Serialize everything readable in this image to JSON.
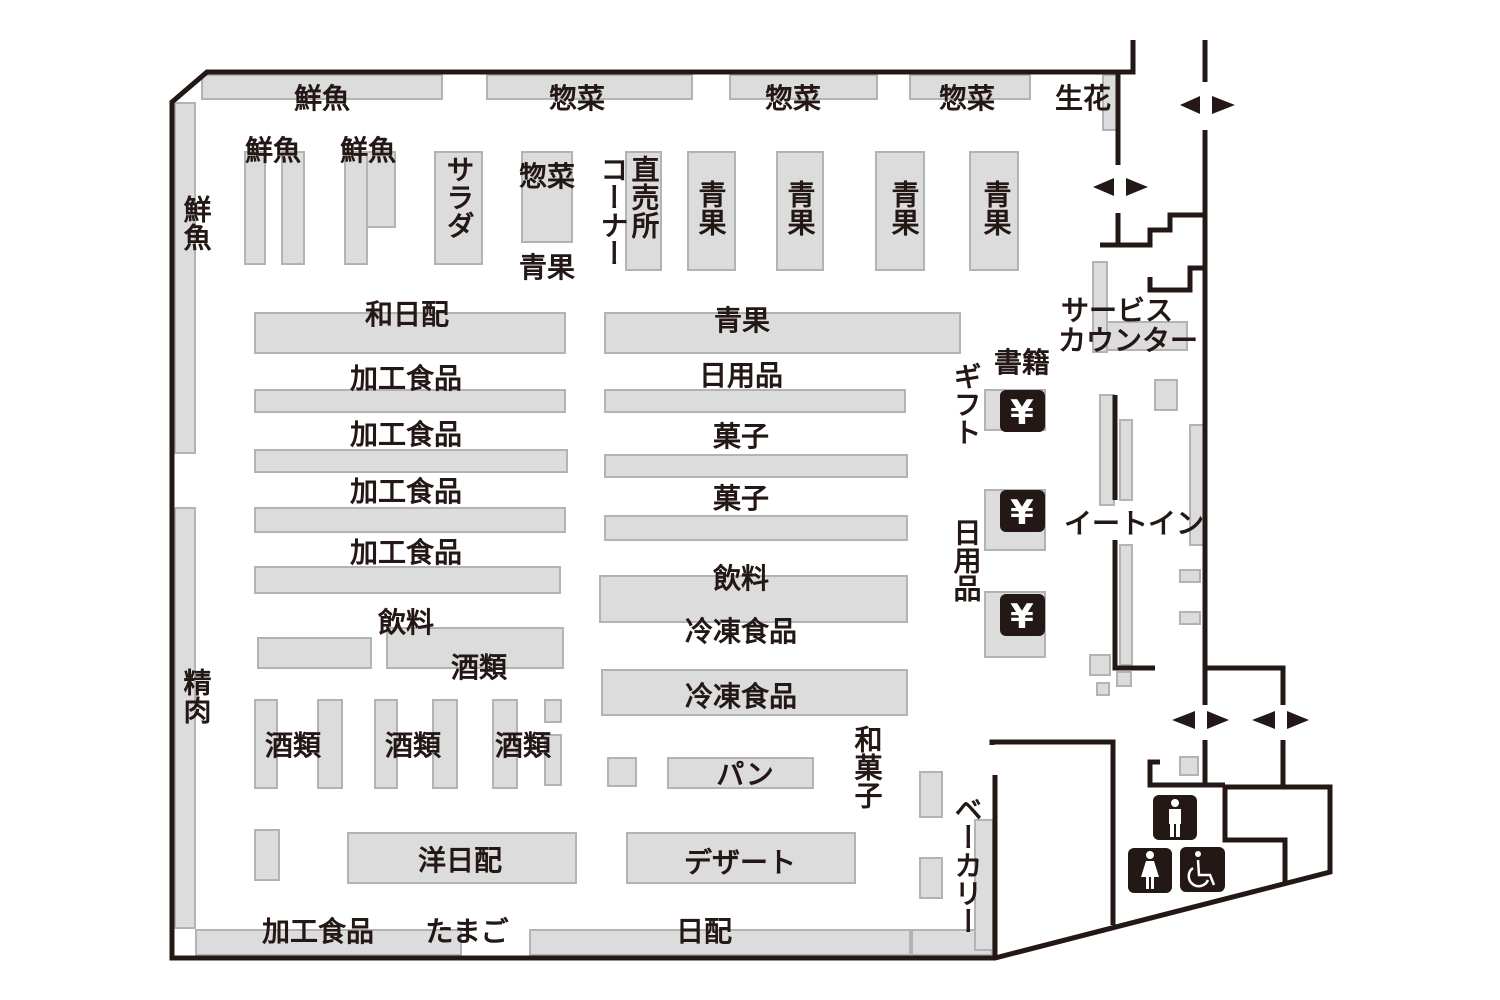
{
  "map": {
    "colors": {
      "wall": "#231815",
      "shelf": "#dcdcdc",
      "shelf_border": "#b3b3b3"
    },
    "labels": {
      "fish_top": "鮮魚",
      "deli_1": "惣菜",
      "deli_2": "惣菜",
      "deli_3": "惣菜",
      "flowers": "生花",
      "fish_a": "鮮魚",
      "fish_b": "鮮魚",
      "fish_side": "鮮魚",
      "salad": "サラダ",
      "deli_4": "惣菜",
      "produce_small": "青果",
      "direct_sales": "直売所",
      "corner": "コーナー",
      "produce_1": "青果",
      "produce_2": "青果",
      "produce_3": "青果",
      "produce_4": "青果",
      "japanese_daily": "和日配",
      "produce_long": "青果",
      "processed_1": "加工食品",
      "processed_2": "加工食品",
      "processed_3": "加工食品",
      "processed_4": "加工食品",
      "daily_goods": "日用品",
      "sweets_1": "菓子",
      "sweets_2": "菓子",
      "drinks_right": "飲料",
      "frozen_1": "冷凍食品",
      "frozen_2": "冷凍食品",
      "drinks_left": "飲料",
      "liquor_main": "酒類",
      "liquor_1": "酒類",
      "liquor_2": "酒類",
      "liquor_3": "酒類",
      "meat": "精肉",
      "bread": "パン",
      "wagashi": "和菓子",
      "bakery": "ベーカリー",
      "western_daily": "洋日配",
      "dessert": "デザート",
      "processed_bottom": "加工食品",
      "eggs": "たまご",
      "daily_bottom": "日配",
      "books": "書籍",
      "gift": "ギフト",
      "daily_goods_side": "日用品",
      "service_counter_1": "サービス",
      "service_counter_2": "カウンター",
      "eat_in": "イートイン"
    },
    "register_symbol": "¥",
    "icons": [
      "register-icon",
      "mens-restroom-icon",
      "womens-restroom-icon",
      "accessible-restroom-icon",
      "entrance-arrow-icon"
    ]
  }
}
